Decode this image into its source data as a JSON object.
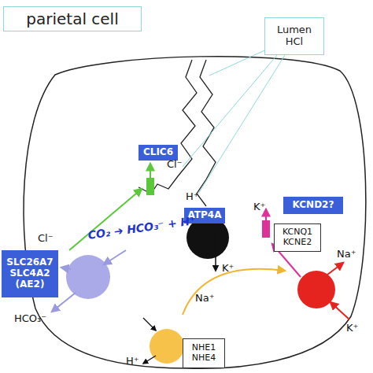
{
  "diagram": {
    "nodes": [
      {
        "text": [
          "parietal cell"
        ]
      },
      {
        "text": [
          "Lumen HCl"
        ]
      },
      {
        "text": [
          "CLIC6"
        ]
      },
      {
        "text": [
          "ATP4A"
        ]
      },
      {
        "text": [
          "KCND2?"
        ]
      },
      {
        "text": [
          "KCNQ1 KCNE2"
        ]
      },
      {
        "text": [
          "SLC26A7",
          "SLC4A2 (AE2)"
        ]
      },
      {
        "text": [
          "NHE1 NHE4"
        ]
      }
    ],
    "labels": [
      "Cl⁻",
      "H⁺",
      "K⁺",
      "CO₂ ➔ HCO₃⁻ + H⁺",
      "Cl⁻",
      "HCO₃⁻",
      "K⁺",
      "Na⁺",
      "Na⁺",
      "K⁺",
      "H⁺"
    ]
  }
}
